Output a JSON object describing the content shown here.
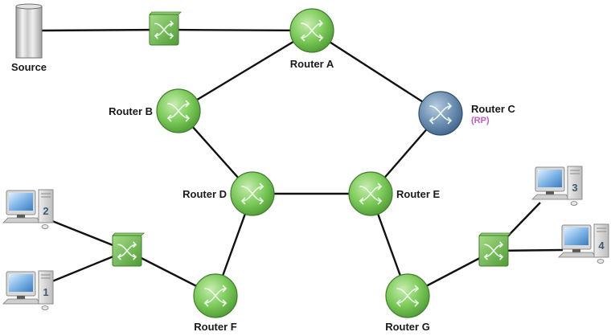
{
  "diagram": {
    "colors": {
      "router": "#6fbf4f",
      "router_rp": "#5a7fa3",
      "switch": "#6fb84e",
      "rp_label": "#c45cc0",
      "link": "#111111"
    },
    "nodes": [
      {
        "id": "source",
        "type": "server",
        "label": "Source"
      },
      {
        "id": "sw_top",
        "type": "switch",
        "label": ""
      },
      {
        "id": "rA",
        "type": "router",
        "label": "Router A"
      },
      {
        "id": "rB",
        "type": "router",
        "label": "Router B"
      },
      {
        "id": "rC",
        "type": "router_rp",
        "label": "Router C",
        "sublabel": "(RP)"
      },
      {
        "id": "rD",
        "type": "router",
        "label": "Router D"
      },
      {
        "id": "rE",
        "type": "router",
        "label": "Router E"
      },
      {
        "id": "rF",
        "type": "router",
        "label": "Router F"
      },
      {
        "id": "rG",
        "type": "router",
        "label": "Router G"
      },
      {
        "id": "sw_left",
        "type": "switch",
        "label": ""
      },
      {
        "id": "sw_right",
        "type": "switch",
        "label": ""
      },
      {
        "id": "pc1",
        "type": "pc",
        "label": "1"
      },
      {
        "id": "pc2",
        "type": "pc",
        "label": "2"
      },
      {
        "id": "pc3",
        "type": "pc",
        "label": "3"
      },
      {
        "id": "pc4",
        "type": "pc",
        "label": "4"
      }
    ],
    "links": [
      [
        "source",
        "sw_top"
      ],
      [
        "sw_top",
        "rA"
      ],
      [
        "rA",
        "rB"
      ],
      [
        "rA",
        "rC"
      ],
      [
        "rB",
        "rD"
      ],
      [
        "rC",
        "rE"
      ],
      [
        "rD",
        "rE"
      ],
      [
        "rD",
        "rF"
      ],
      [
        "rE",
        "rG"
      ],
      [
        "rF",
        "sw_left"
      ],
      [
        "sw_left",
        "pc1"
      ],
      [
        "sw_left",
        "pc2"
      ],
      [
        "rG",
        "sw_right"
      ],
      [
        "sw_right",
        "pc3"
      ],
      [
        "sw_right",
        "pc4"
      ]
    ]
  }
}
